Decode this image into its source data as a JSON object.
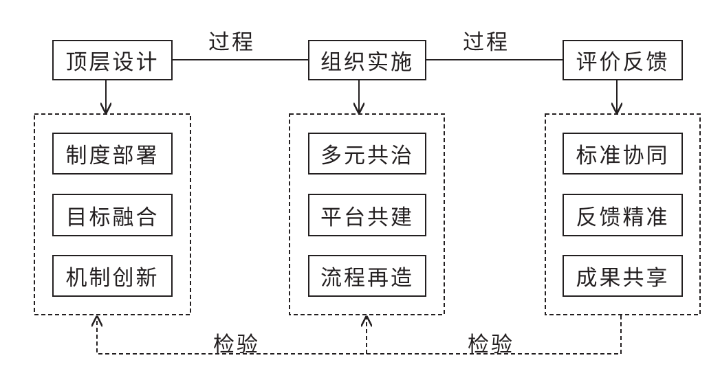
{
  "top_row": {
    "stages": [
      "顶层设计",
      "组织实施",
      "评价反馈"
    ],
    "process_label": "过程"
  },
  "groups": [
    {
      "items": [
        "制度部署",
        "目标融合",
        "机制创新"
      ]
    },
    {
      "items": [
        "多元共治",
        "平台共建",
        "流程再造"
      ]
    },
    {
      "items": [
        "标准协同",
        "反馈精准",
        "成果共享"
      ]
    }
  ],
  "feedback_label": "检验",
  "colors": {
    "ink": "#231f20",
    "background": "#ffffff"
  }
}
